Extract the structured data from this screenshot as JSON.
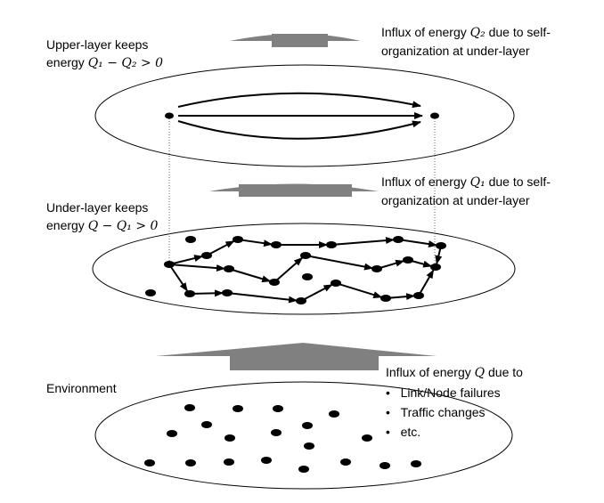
{
  "upper": {
    "keeps_line1": "Upper-layer keeps",
    "keeps_prefix": "energy ",
    "keeps_math": "Q₁ − Q₂ > 0",
    "influx_prefix": "Influx of energy ",
    "influx_math": "Q₂",
    "influx_suffix": " due to self-",
    "influx_line2": "organization at under-layer"
  },
  "under": {
    "keeps_line1": "Under-layer keeps",
    "keeps_prefix": "energy ",
    "keeps_math": "Q − Q₁ > 0",
    "influx_prefix": "Influx of energy ",
    "influx_math": "Q₁",
    "influx_suffix": " due to self-",
    "influx_line2": "organization at under-layer"
  },
  "environment": {
    "label": "Environment",
    "influx_prefix": "Influx of energy ",
    "influx_math": "Q",
    "influx_suffix": " due to",
    "bullets": [
      "Link/Node failures",
      "Traffic changes",
      "etc."
    ]
  },
  "colors": {
    "arrow": "#808080",
    "line": "#000000"
  }
}
